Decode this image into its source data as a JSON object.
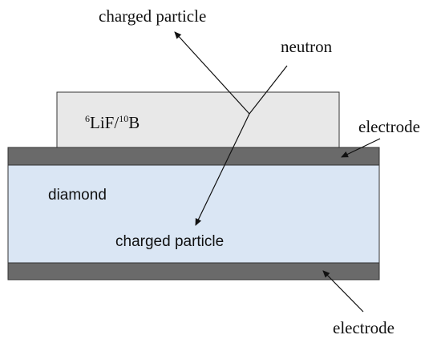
{
  "labels": {
    "charged_particle_top": "charged particle",
    "neutron": "neutron",
    "converter_isotope_a": "6",
    "converter_compound_a": "LiF/",
    "converter_isotope_b": "10",
    "converter_element_b": "B",
    "electrode_top": "electrode",
    "diamond": "diamond",
    "charged_particle_bottom": "charged particle",
    "electrode_bottom": "electrode"
  },
  "colors": {
    "converter_fill": "#e8e8e8",
    "electrode_fill": "#6a6a6a",
    "diamond_fill": "#dae6f4",
    "outline": "#333333",
    "arrow": "#111111"
  }
}
